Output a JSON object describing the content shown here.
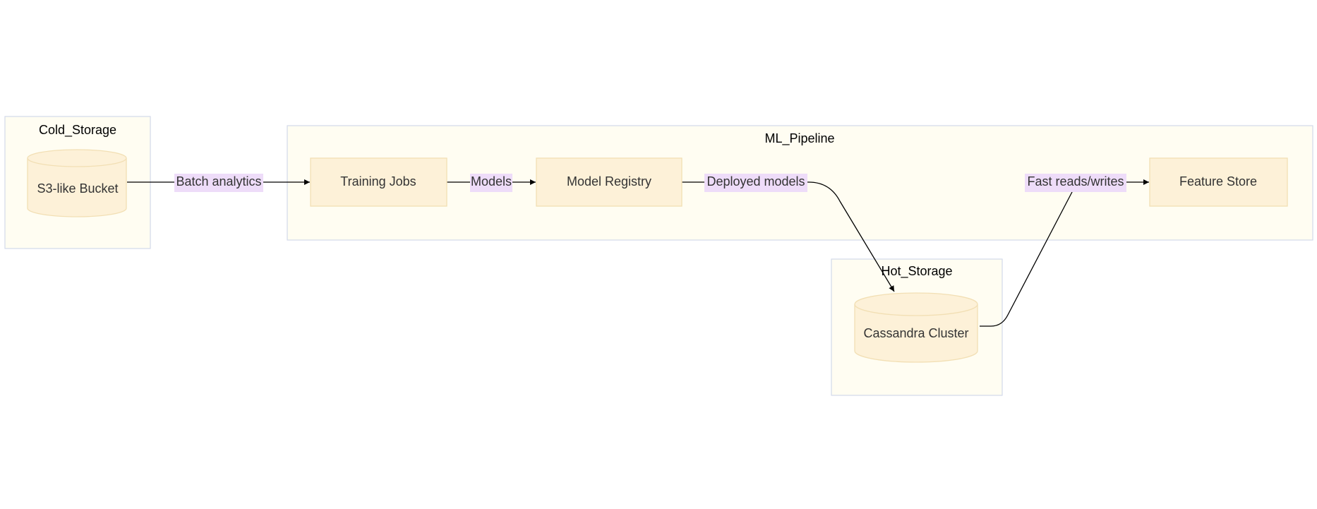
{
  "colors": {
    "cluster_fill": "#fffdf2",
    "cluster_border": "#d3d9ea",
    "node_fill": "#fdf1d8",
    "node_border": "#f2dfb4",
    "edge_label_bg": "#eedcf9",
    "edge_stroke": "#000000"
  },
  "clusters": {
    "cold": {
      "title": "Cold_Storage"
    },
    "ml": {
      "title": "ML_Pipeline"
    },
    "hot": {
      "title": "Hot_Storage"
    }
  },
  "nodes": {
    "s3": {
      "label": "S3-like Bucket",
      "shape": "cylinder"
    },
    "training": {
      "label": "Training Jobs",
      "shape": "rectangle"
    },
    "registry": {
      "label": "Model Registry",
      "shape": "rectangle"
    },
    "feature": {
      "label": "Feature Store",
      "shape": "rectangle"
    },
    "cassandra": {
      "label": "Cassandra Cluster",
      "shape": "cylinder"
    }
  },
  "edges": [
    {
      "from": "S3-like Bucket",
      "to": "Training Jobs",
      "label": "Batch analytics"
    },
    {
      "from": "Training Jobs",
      "to": "Model Registry",
      "label": "Models"
    },
    {
      "from": "Model Registry",
      "to": "Cassandra Cluster",
      "label": "Deployed models"
    },
    {
      "from": "Cassandra Cluster",
      "to": "Feature Store",
      "label": "Fast reads/writes"
    }
  ]
}
